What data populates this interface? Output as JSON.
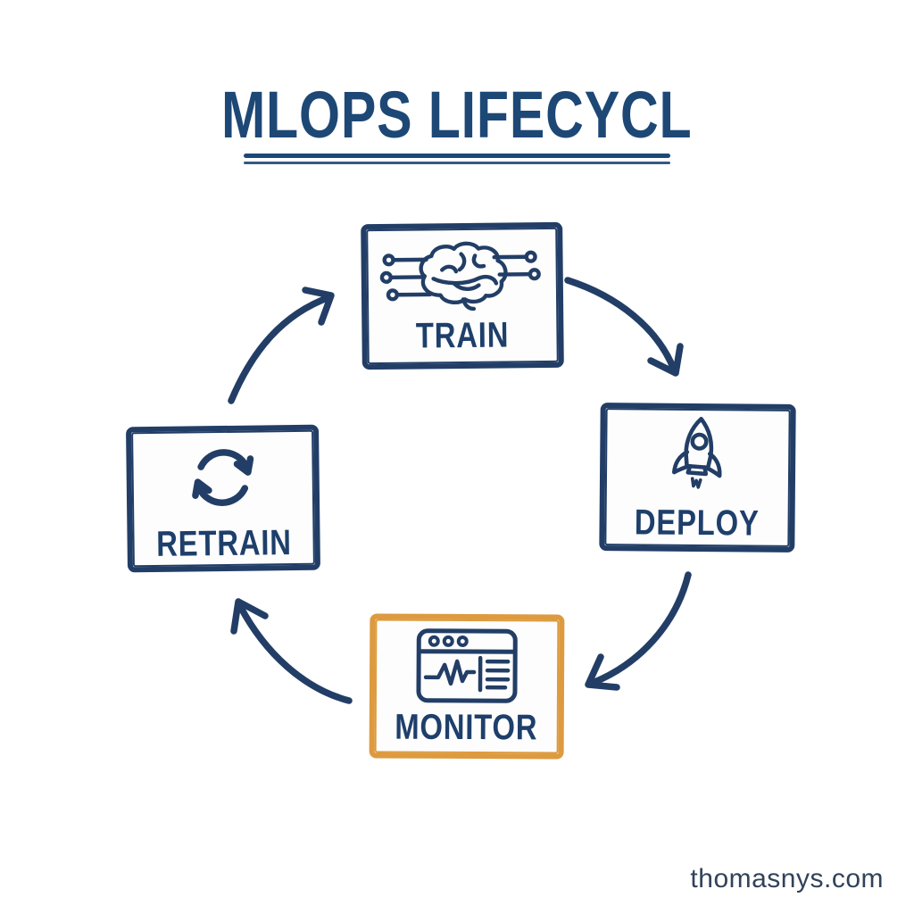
{
  "title": {
    "text": "MLOPS LIFECYCL"
  },
  "colors": {
    "navy": "#223e66",
    "title_navy": "#1d4876",
    "label_navy": "#1e3f6b",
    "orange_accent": "#dd9a3e",
    "watermark_gray": "#31425a",
    "background": "#ffffff"
  },
  "nodes": [
    {
      "id": "train",
      "label": "TRAIN",
      "icon": "brain-circuit-icon",
      "border_color": "#223e66"
    },
    {
      "id": "deploy",
      "label": "DEPLOY",
      "icon": "rocket-icon",
      "border_color": "#223e66"
    },
    {
      "id": "monitor",
      "label": "MONITOR",
      "icon": "dashboard-pulse-icon",
      "border_color": "#dd9a3e"
    },
    {
      "id": "retrain",
      "label": "RETRAIN",
      "icon": "cycle-arrows-icon",
      "border_color": "#223e66"
    }
  ],
  "arrows": [
    {
      "from": "retrain",
      "to": "train"
    },
    {
      "from": "train",
      "to": "deploy"
    },
    {
      "from": "deploy",
      "to": "monitor"
    },
    {
      "from": "monitor",
      "to": "retrain"
    }
  ],
  "watermark": {
    "text": "thomasnys.com"
  }
}
